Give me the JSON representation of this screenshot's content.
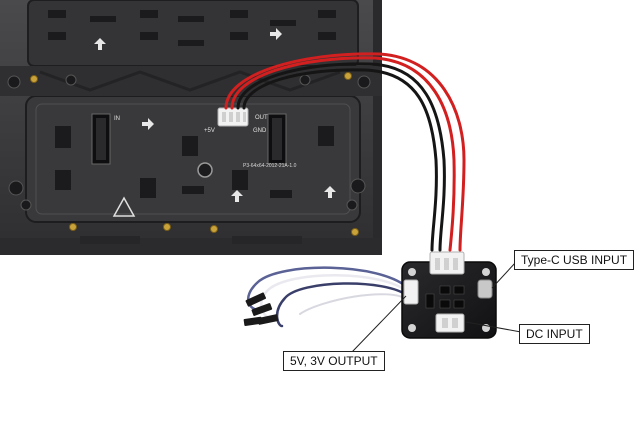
{
  "labels": {
    "typec": "Type-C USB INPUT",
    "dc": "DC INPUT",
    "output": "5V, 3V OUTPUT"
  },
  "panel_silkscreen": {
    "plus5v": "+5V",
    "gnd": "GND",
    "in": "IN",
    "out": "OUT",
    "model": "P3-64x64-2012-21A-1.0"
  },
  "colors": {
    "panel": "#3a3a3c",
    "panel_dark": "#1f1f21",
    "board": "#1b1b1d",
    "wire_red": "#d21f1f",
    "wire_black": "#151515",
    "wire_blue": "#6f78a8",
    "wire_white": "#e8e8ee",
    "connector": "#f2f2f2",
    "brass": "#c9a23a"
  }
}
